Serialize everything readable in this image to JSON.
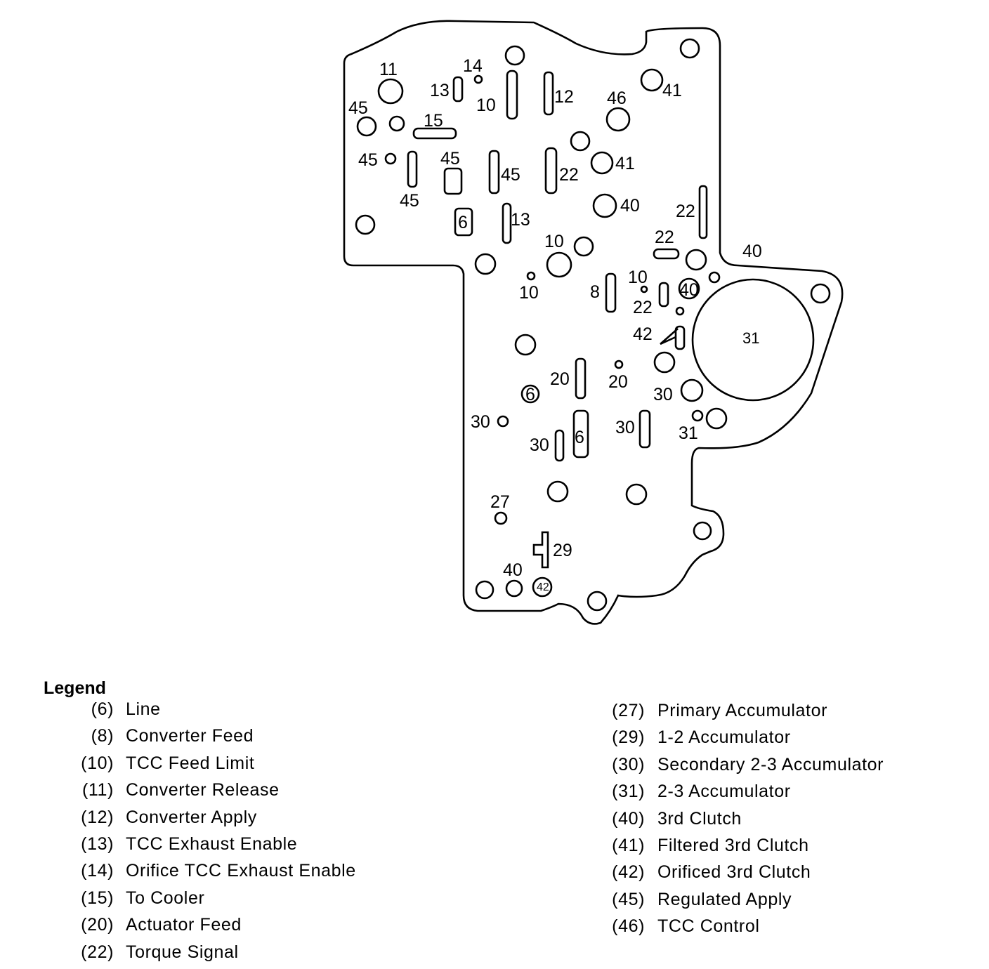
{
  "diagram": {
    "callouts": {
      "c11": "11",
      "c14": "14",
      "c13a": "13",
      "c10a": "10",
      "c12": "12",
      "c46": "46",
      "c41a": "41",
      "c45a": "45",
      "c15": "15",
      "c45b": "45",
      "c45c": "45",
      "c45d": "45",
      "c22a": "22",
      "c41b": "41",
      "c45e": "45",
      "c40a": "40",
      "c22b": "22",
      "c6a": "6",
      "c13b": "13",
      "c22c": "22",
      "c10b": "10",
      "c40b": "40",
      "c10c": "10",
      "c8": "8",
      "c10d": "10",
      "c22d": "22",
      "c40c": "40",
      "c42a": "42",
      "c31a": "31",
      "c20a": "20",
      "c20b": "20",
      "c6b": "6",
      "c30a": "30",
      "c30b": "30",
      "c30c": "30",
      "c6c": "6",
      "c30d": "30",
      "c31b": "31",
      "c27": "27",
      "c29": "29",
      "c40d": "40",
      "c42b": "42"
    }
  },
  "legend": {
    "title": "Legend",
    "left": [
      {
        "code": "(6)",
        "desc": "Line"
      },
      {
        "code": "(8)",
        "desc": "Converter Feed"
      },
      {
        "code": "(10)",
        "desc": "TCC Feed Limit"
      },
      {
        "code": "(11)",
        "desc": "Converter Release"
      },
      {
        "code": "(12)",
        "desc": "Converter Apply"
      },
      {
        "code": "(13)",
        "desc": "TCC Exhaust Enable"
      },
      {
        "code": "(14)",
        "desc": "Orifice TCC Exhaust Enable"
      },
      {
        "code": "(15)",
        "desc": "To Cooler"
      },
      {
        "code": "(20)",
        "desc": "Actuator Feed"
      },
      {
        "code": "(22)",
        "desc": "Torque Signal"
      }
    ],
    "right": [
      {
        "code": "(27)",
        "desc": "Primary Accumulator"
      },
      {
        "code": "(29)",
        "desc": "1-2 Accumulator"
      },
      {
        "code": "(30)",
        "desc": "Secondary 2-3 Accumulator"
      },
      {
        "code": "(31)",
        "desc": "2-3 Accumulator"
      },
      {
        "code": "(40)",
        "desc": "3rd Clutch"
      },
      {
        "code": "(41)",
        "desc": "Filtered 3rd Clutch"
      },
      {
        "code": "(42)",
        "desc": "Orificed 3rd Clutch"
      },
      {
        "code": "(45)",
        "desc": "Regulated Apply"
      },
      {
        "code": "(46)",
        "desc": "TCC Control"
      }
    ]
  }
}
